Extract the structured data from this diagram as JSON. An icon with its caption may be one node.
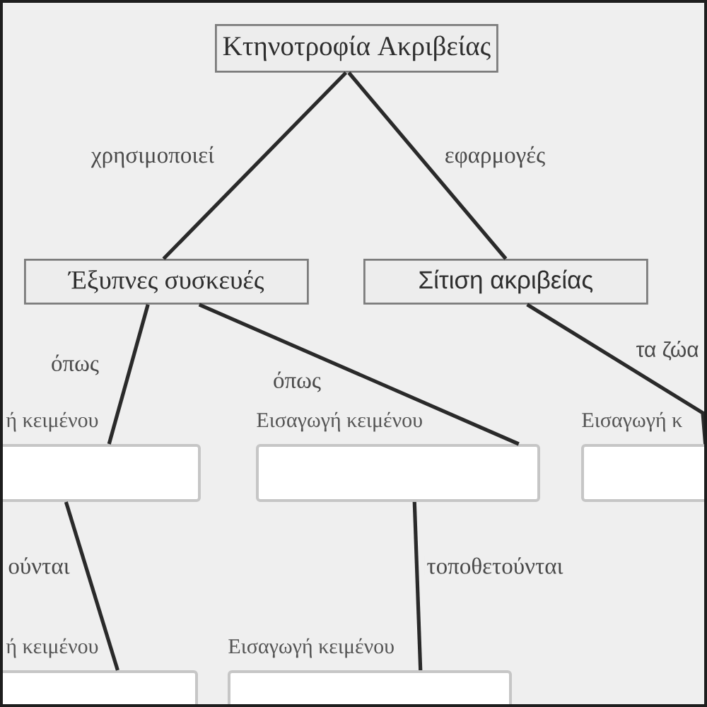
{
  "diagram": {
    "nodes": [
      {
        "text": [
          "Κτηνοτροφία Ακριβείας"
        ]
      },
      {
        "text": [
          "Έξυπνες συσκευές"
        ]
      },
      {
        "text": [
          "Σίτιση ακριβείας"
        ]
      },
      {
        "text": [
          "ή κειμένου"
        ]
      },
      {
        "text": [
          "Εισαγωγή κειμένου"
        ]
      },
      {
        "text": [
          "Εισαγωγή κ"
        ]
      },
      {
        "text": [
          "ή κειμένου"
        ]
      },
      {
        "text": [
          "Εισαγωγή κειμένου"
        ]
      }
    ],
    "edges": [
      {
        "from": 0,
        "to": 1,
        "arrow": "none",
        "label": "χρησιμοποιεί"
      },
      {
        "from": 0,
        "to": 2,
        "arrow": "none",
        "label": "εφαρμογές"
      },
      {
        "from": 1,
        "to": 3,
        "arrow": "none",
        "label": "όπως"
      },
      {
        "from": 1,
        "to": 4,
        "arrow": "none",
        "label": "όπως"
      },
      {
        "from": 2,
        "to": 5,
        "arrow": "none",
        "label": "τα ζώα"
      },
      {
        "from": 3,
        "to": 6,
        "arrow": "none",
        "label": "ούνται"
      },
      {
        "from": 4,
        "to": 7,
        "arrow": "none",
        "label": "τοποθετούνται"
      }
    ]
  }
}
